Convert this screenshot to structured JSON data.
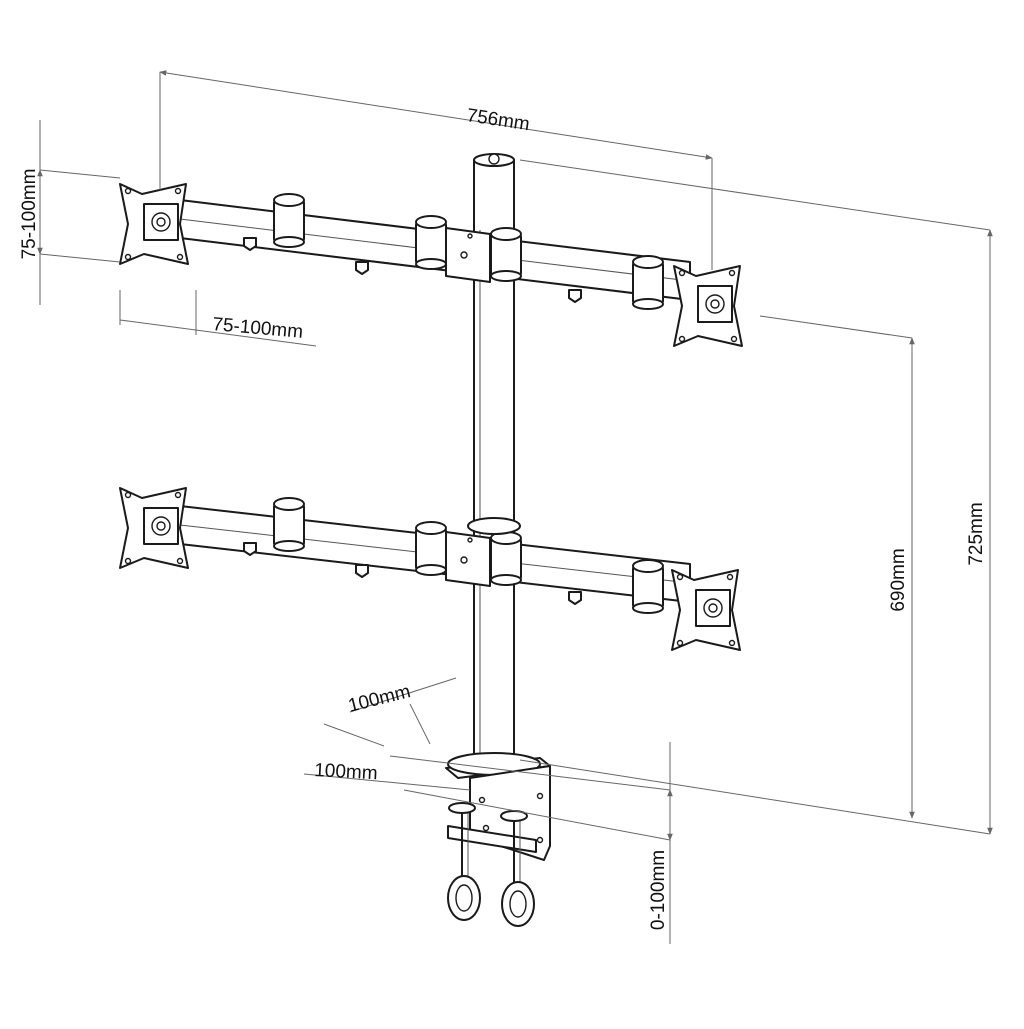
{
  "diagram": {
    "subject": "quad monitor desk mount with clamp",
    "line_color": "#1a1a1a",
    "background": "#ffffff"
  },
  "dimensions": {
    "overall_width": "756mm",
    "vesa_height": "75-100mm",
    "vesa_width": "75-100mm",
    "pole_height_mid": "690mm",
    "pole_height_total": "725mm",
    "base_depth_a": "100mm",
    "base_depth_b": "100mm",
    "clamp_range": "0-100mm"
  }
}
